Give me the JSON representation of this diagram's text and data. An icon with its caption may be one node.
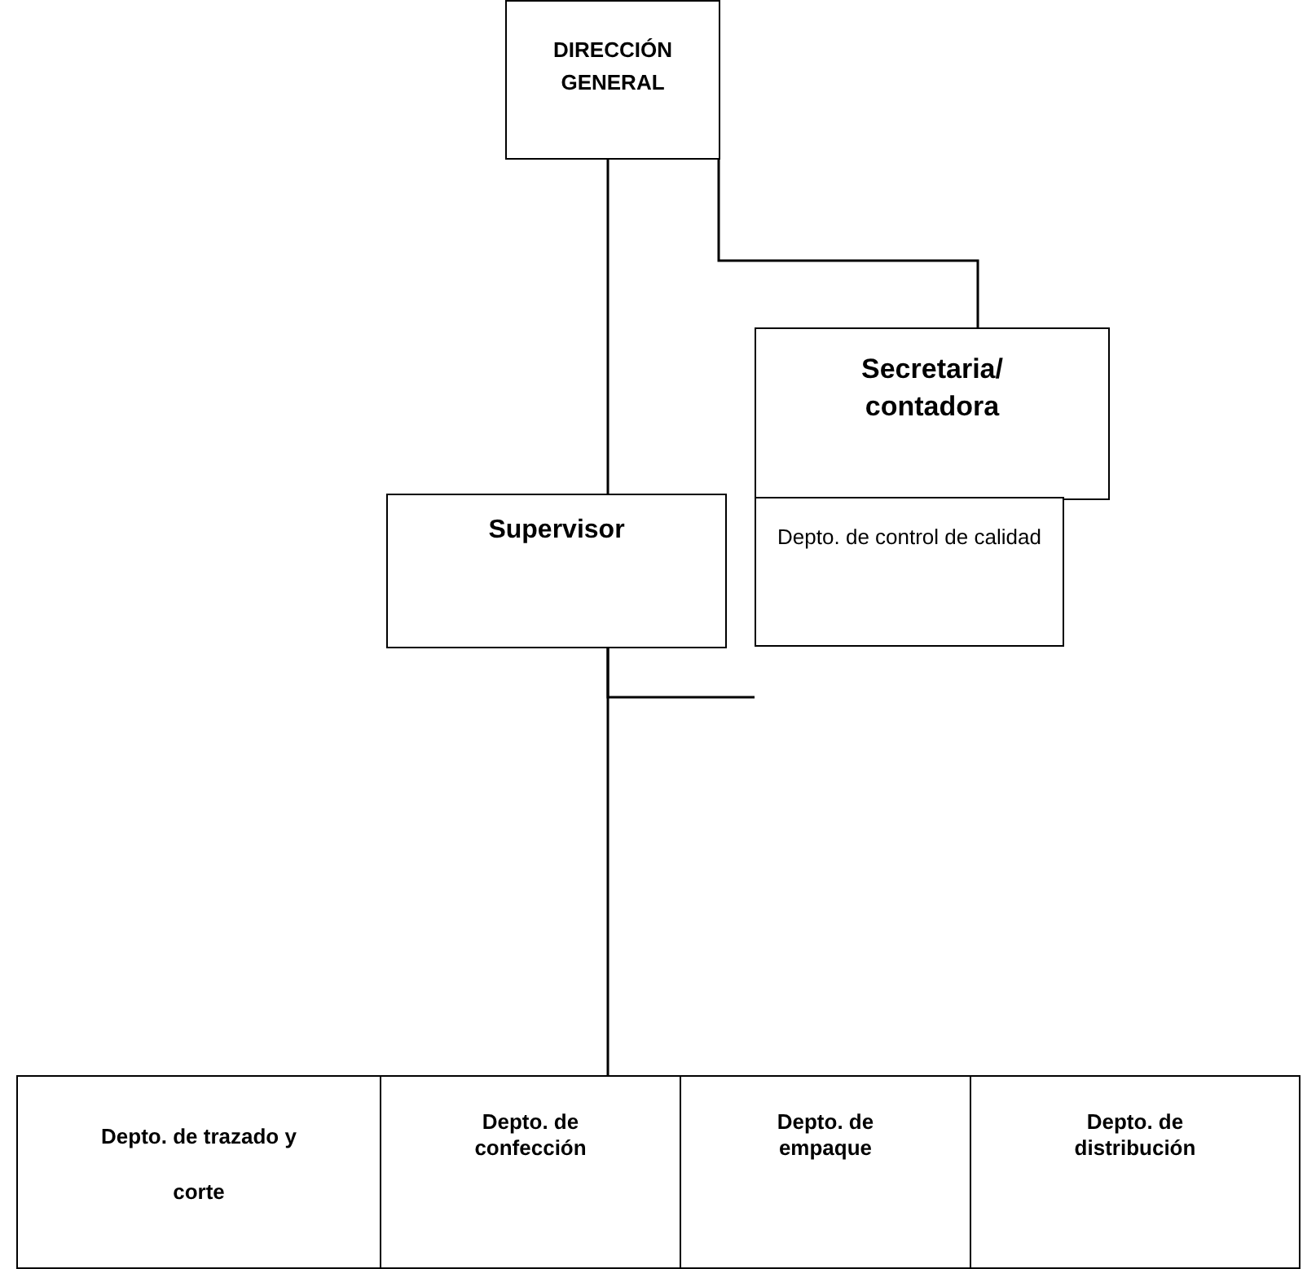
{
  "diagram": {
    "nodes": [
      {
        "text": [
          "DIRECCIÓN GENERAL"
        ]
      },
      {
        "text": [
          "Secretaria/ contadora"
        ]
      },
      {
        "text": [
          "Supervisor"
        ]
      },
      {
        "text": [
          "Depto. de control de calidad"
        ]
      },
      {
        "text": [
          "Depto. de trazado y corte"
        ]
      },
      {
        "text": [
          "Depto. de confección"
        ]
      },
      {
        "text": [
          "Depto. de empaque"
        ]
      },
      {
        "text": [
          "Depto. de distribución"
        ]
      }
    ],
    "edges": [
      {
        "from": 0,
        "to": 1,
        "arrow": "none"
      },
      {
        "from": 0,
        "to": 2,
        "arrow": "none"
      },
      {
        "from": 2,
        "to": 3,
        "arrow": "none"
      },
      {
        "from": 2,
        "to": 5,
        "arrow": "none"
      }
    ]
  }
}
